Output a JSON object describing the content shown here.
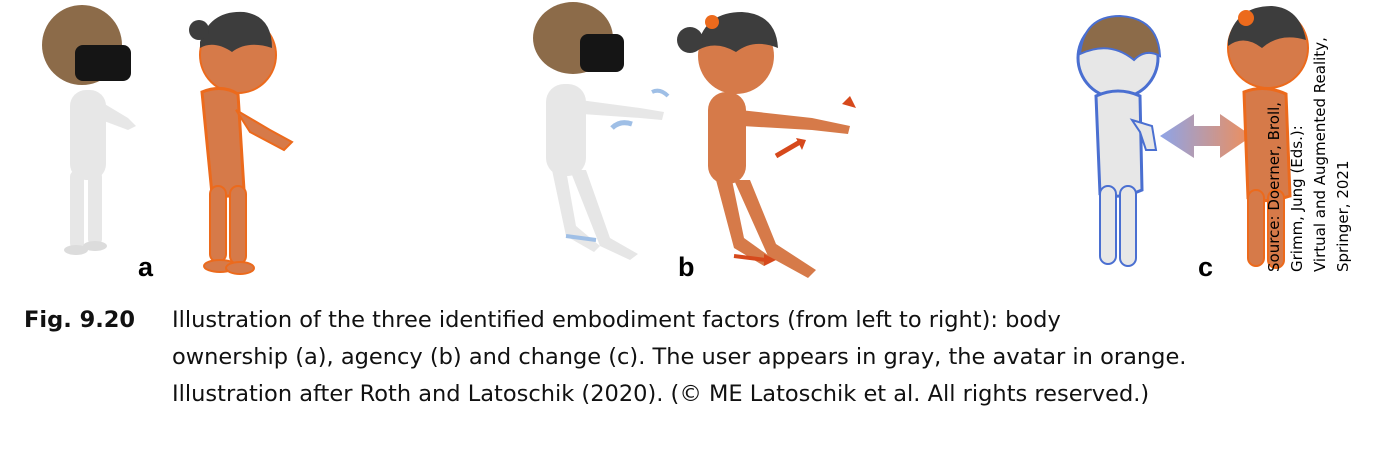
{
  "figure": {
    "panels": [
      {
        "label": "a",
        "user_color": "#e7e7e7",
        "avatar_color": "#d67a49"
      },
      {
        "label": "b",
        "user_color": "#e7e7e7",
        "avatar_color": "#d67a49"
      },
      {
        "label": "c",
        "user_color": "#e7e7e7",
        "avatar_color": "#d67a49"
      }
    ],
    "colors": {
      "user_body": "#e7e7e7",
      "avatar_body": "#d67a49",
      "avatar_outline": "#ec6a1c",
      "user_outline": "#4a6fd1",
      "hair_brown": "#8c6b49",
      "hair_dark": "#3d3d3d",
      "headset": "#151515"
    },
    "source_note_lines": [
      "Source: Doerner, Broll,",
      "Grimm, Jung (Eds.):",
      "Virtual and Augmented Reality,",
      "Springer, 2021"
    ]
  },
  "caption": {
    "label": "Fig. 9.20",
    "lines": [
      "Illustration of the three identified embodiment factors (from left to right): body",
      "ownership (a), agency (b) and change (c). The user appears in gray, the avatar in orange.",
      "Illustration after Roth and Latoschik (2020). (© ME Latoschik et al. All rights reserved.)"
    ]
  }
}
